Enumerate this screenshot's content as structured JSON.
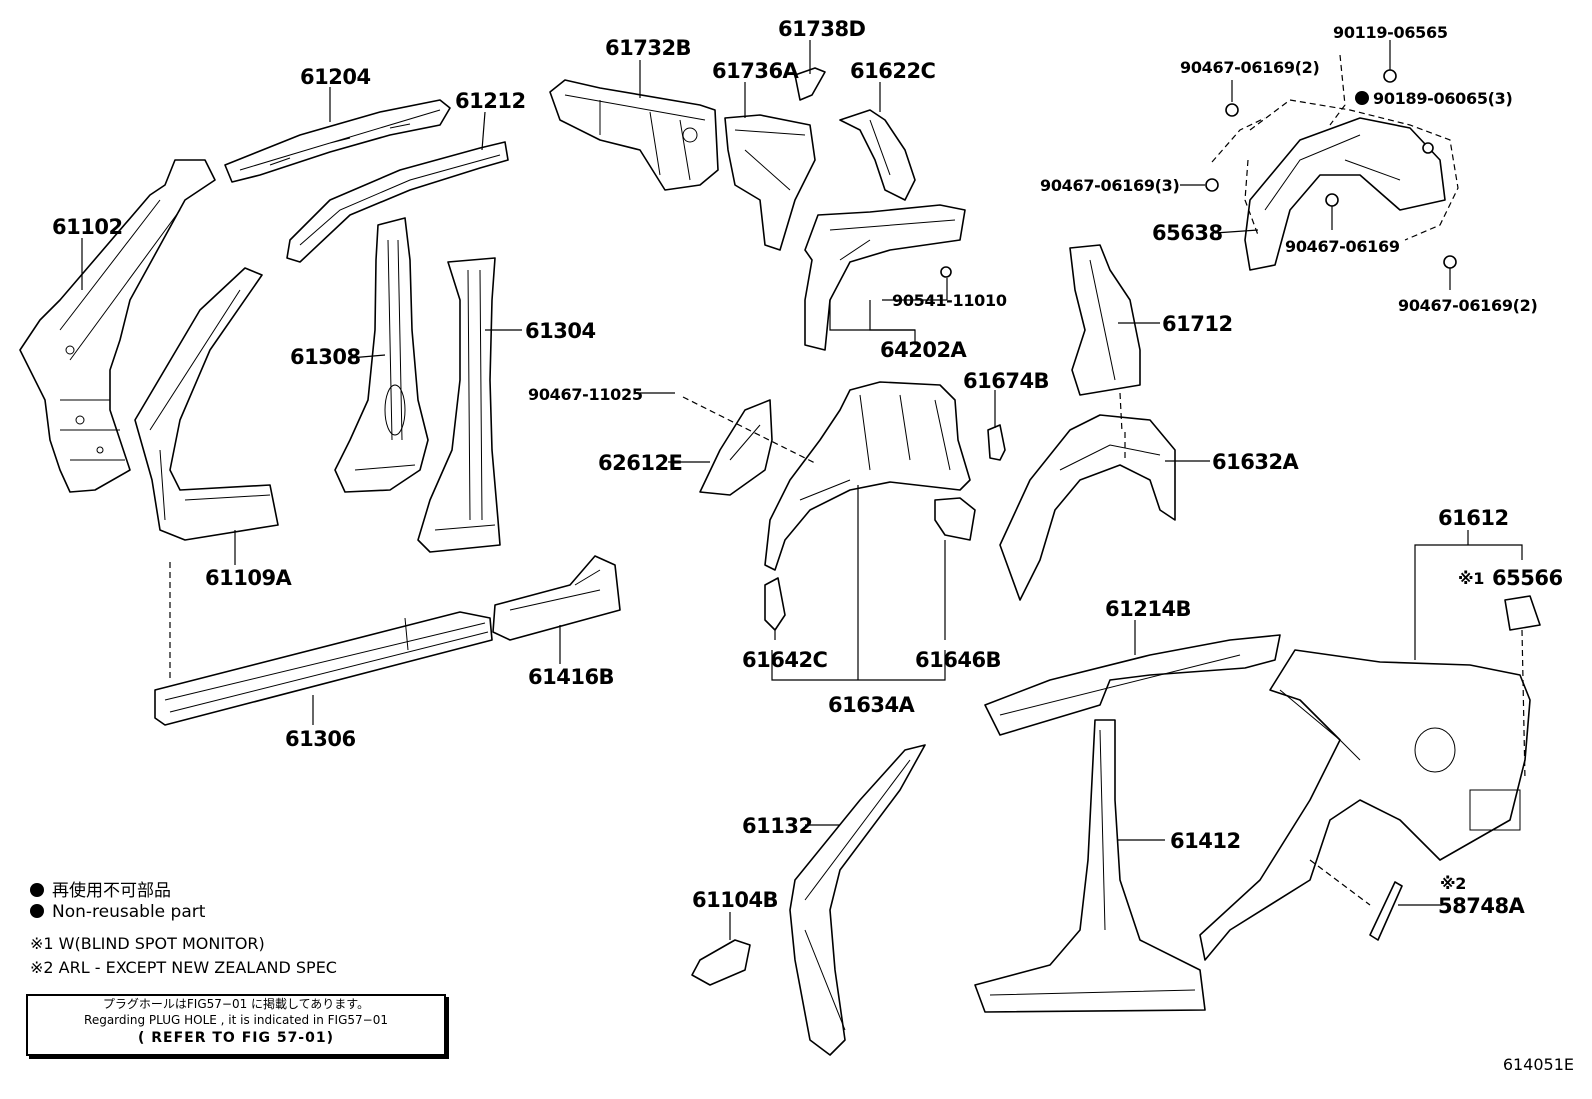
{
  "parts": {
    "p61204": "61204",
    "p61212": "61212",
    "p61102": "61102",
    "p61308": "61308",
    "p61304": "61304",
    "p61109A": "61109A",
    "p61306": "61306",
    "p61416B": "61416B",
    "p61732B": "61732B",
    "p61738D": "61738D",
    "p61736A": "61736A",
    "p61622C": "61622C",
    "p90541_11010": "90541-11010",
    "p64202A": "64202A",
    "p90467_11025": "90467-11025",
    "p62612E": "62612E",
    "p61674B": "61674B",
    "p61642C": "61642C",
    "p61646B": "61646B",
    "p61634A": "61634A",
    "p90119_06565": "90119-06565",
    "p90467_06169_2a": "90467-06169(2)",
    "p90189_06065": "90189-06065(3)",
    "p90467_06169_3": "90467-06169(3)",
    "p65638": "65638",
    "p90467_06169": "90467-06169",
    "p90467_06169_2b": "90467-06169(2)",
    "p61712": "61712",
    "p61632A": "61632A",
    "p61612": "61612",
    "p65566": "65566",
    "p65566_mark": "※1",
    "p61214B": "61214B",
    "p61132": "61132",
    "p61412": "61412",
    "p61104B": "61104B",
    "p58748A": "58748A",
    "p58748A_mark": "※2"
  },
  "legend": {
    "nonreusable_jp": "再使用不可部品",
    "nonreusable_en": "Non-reusable part",
    "note1": "※1 W(BLIND SPOT MONITOR)",
    "note2": "※2 ARL - EXCEPT NEW ZEALAND SPEC"
  },
  "reference_box": {
    "line_jp": "プラグホールはFIG57−01 に掲載してあります。",
    "line_en": "Regarding PLUG HOLE , it is indicated in FIG57−01",
    "line_refer": "( REFER TO FIG 57-01)"
  },
  "figure_id": "614051E"
}
